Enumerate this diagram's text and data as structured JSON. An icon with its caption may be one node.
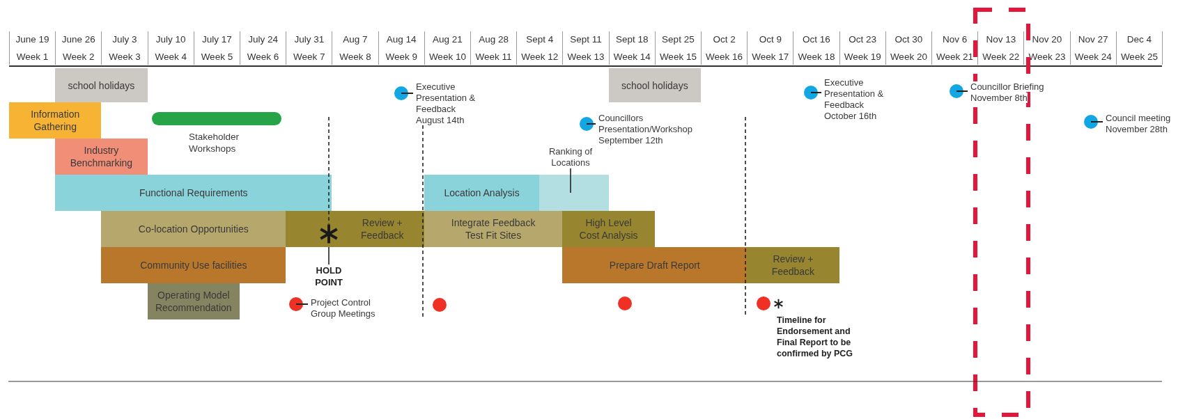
{
  "diagram": {
    "nodes": [
      {
        "text": [
          "school holidays"
        ]
      },
      {
        "text": [
          "school holidays"
        ]
      },
      {
        "text": [],
        "shape": "circle",
        "beside": [
          "Executive Presentation & Feedback August 14th"
        ]
      },
      {
        "text": [],
        "shape": "circle",
        "beside": [
          "Executive Presentation & Feedback October 16th"
        ]
      },
      {
        "text": [],
        "shape": "circle",
        "beside": [
          "Councillor Briefing November 8th"
        ]
      },
      {
        "text": [
          "Information Gathering"
        ]
      },
      {
        "text": [
          "Stakeholder Workshops"
        ]
      },
      {
        "text": [],
        "shape": "circle",
        "beside": [
          "Councillors Presentation/Workshop September 12th"
        ]
      },
      {
        "text": [],
        "shape": "circle",
        "beside": [
          "Council meeting November 28th"
        ]
      },
      {
        "text": [
          "Industry Benchmarking"
        ]
      },
      {
        "text": [
          "Ranking of Locations"
        ]
      },
      {
        "text": [
          "Functional Requirements"
        ]
      },
      {
        "text": [
          "Location Analysis"
        ]
      },
      {
        "text": [],
        "shape": "box"
      },
      {
        "text": [
          "Co-location Opportunities"
        ]
      },
      {
        "text": [
          "Review + Feedback"
        ]
      },
      {
        "text": [
          "Integrate Feedback Test Fit Sites"
        ]
      },
      {
        "text": [
          "High Level Cost Analysis"
        ]
      },
      {
        "text": [
          "Community Use facilities"
        ]
      },
      {
        "text": [
          "Prepare Draft Report"
        ]
      },
      {
        "text": [
          "Review + Feedback"
        ]
      },
      {
        "text": [
          "Operating Model Recommendation"
        ]
      },
      {
        "text": [],
        "shape": "circle",
        "beside": [
          "Project Control Group Meetings"
        ]
      },
      {
        "text": [],
        "shape": "circle"
      },
      {
        "text": [],
        "shape": "circle"
      },
      {
        "text": [],
        "shape": "circle",
        "beside": [
          "Timeline for Endorsement and Final Report to be confirmed by PCG"
        ]
      },
      {
        "text": [
          "HOLD POINT"
        ]
      }
    ],
    "edges": [
      {
        "from": 10,
        "to": 13,
        "arrow": "none"
      },
      {
        "from": 26,
        "to": 15,
        "arrow": "none"
      }
    ],
    "labels": [
      "June 19",
      "June 26",
      "July 3",
      "July 10",
      "July 17",
      "July 24",
      "July 31",
      "Aug 7",
      "Aug 14",
      "Aug 21",
      "Aug 28",
      "Sept 4",
      "Sept 11",
      "Sept 18",
      "Sept 25",
      "Oct 2",
      "Oct 9",
      "Oct 16",
      "Oct 23",
      "Oct 30",
      "Nov 6",
      "Nov 13",
      "Nov 20",
      "Nov 27",
      "Dec 4",
      "Week 1",
      "Week 2",
      "Week 3",
      "Week 4",
      "Week 5",
      "Week 6",
      "Week 7",
      "Week 8",
      "Week 9",
      "Week 10",
      "Week 11",
      "Week 12",
      "Week 13",
      "Week 14",
      "Week 15",
      "Week 16",
      "Week 17",
      "Week 18",
      "Week 19",
      "Week 20",
      "Week 21",
      "Week 22",
      "Week 23",
      "Week 24",
      "Week 25"
    ]
  }
}
